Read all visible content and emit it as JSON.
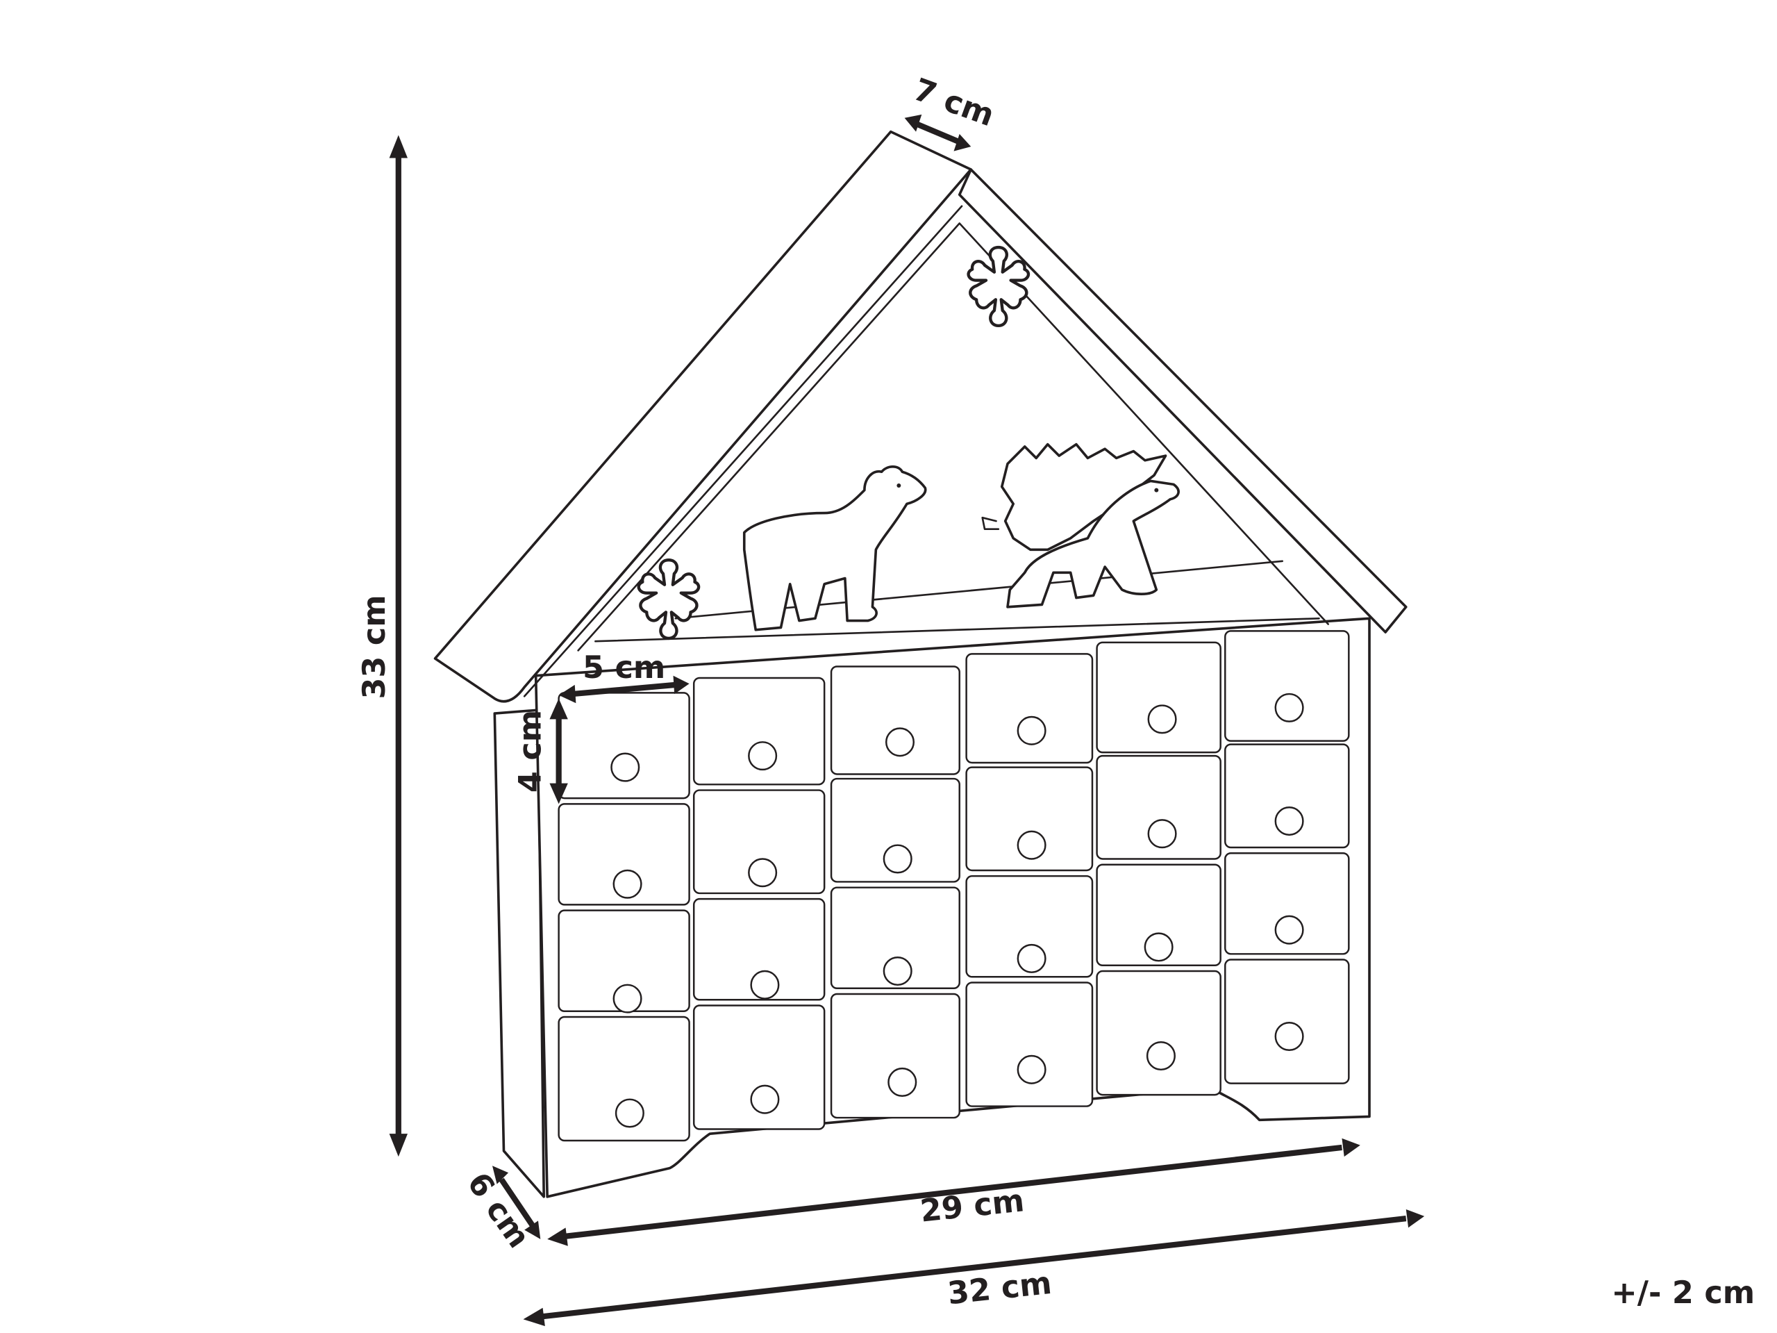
{
  "diagram": {
    "subject": "house-shaped advent calendar with 24 drawers",
    "background_color": "#ffffff",
    "line_color": "#231f20",
    "dimensions": {
      "height": "33 cm",
      "roof_depth": "7 cm",
      "drawer_width": "5 cm",
      "drawer_height": "4 cm",
      "depth": "6 cm",
      "body_width": "29 cm",
      "total_width": "32 cm"
    },
    "tolerance": "+/- 2 cm",
    "drawers": {
      "rows": 4,
      "columns": 6,
      "count": 24
    },
    "decorations": [
      "snowflake-left",
      "snowflake-top",
      "polar-bear",
      "polar-bear-with-tree"
    ]
  }
}
